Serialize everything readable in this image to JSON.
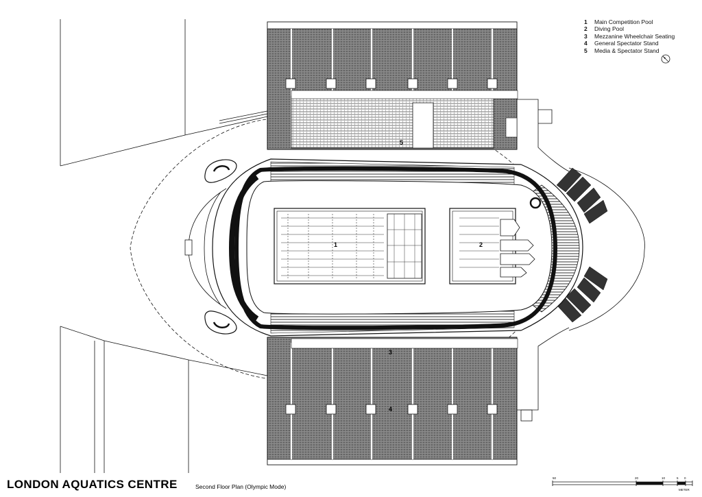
{
  "legend": {
    "items": [
      {
        "num": "1",
        "label": "Main Competition Pool"
      },
      {
        "num": "2",
        "label": "Diving Pool"
      },
      {
        "num": "3",
        "label": "Mezzanine Wheelchair Seating"
      },
      {
        "num": "4",
        "label": "General Spectator Stand"
      },
      {
        "num": "5",
        "label": "Media & Spectator Stand"
      }
    ]
  },
  "plan_labels": {
    "main_pool": "1",
    "diving_pool": "2",
    "mezzanine": "3",
    "general_stand": "4",
    "media_stand": "5"
  },
  "title": "LONDON AQUATICS CENTRE",
  "subtitle": "Second Floor Plan (Olympic Mode)",
  "scale_bar": {
    "ticks": [
      "50",
      "20",
      "10",
      "5",
      "0"
    ],
    "unit": "METER"
  },
  "colors": {
    "line": "#111111",
    "seating_fill": "#7a7a7a",
    "background": "#ffffff"
  },
  "icons": {
    "north_arrow": "north-arrow-icon"
  }
}
